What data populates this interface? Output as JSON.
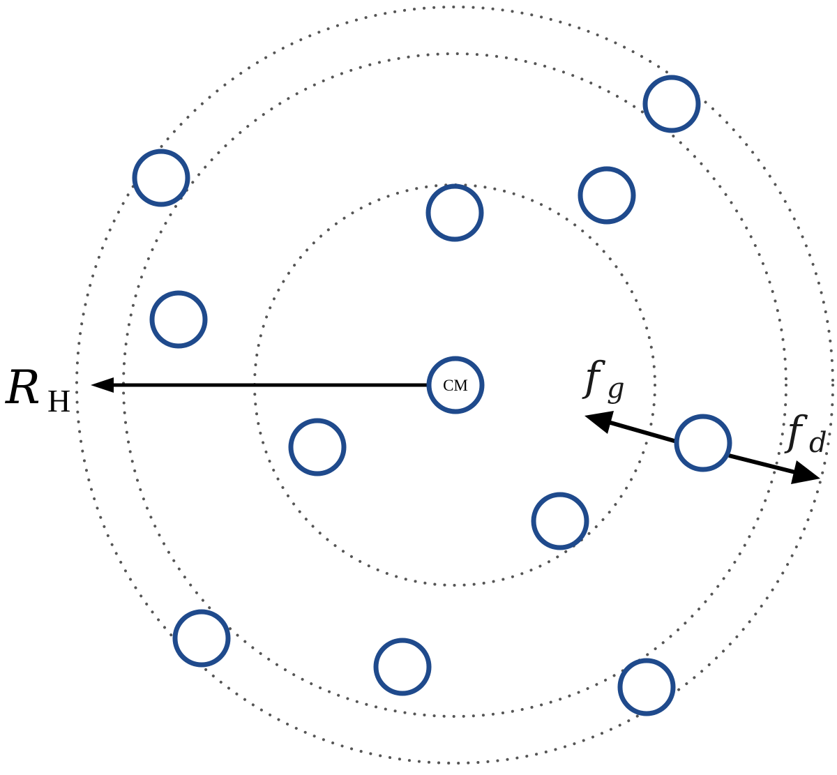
{
  "labels": {
    "radius_symbol": "R",
    "radius_subscript": "H",
    "center_label": "CM",
    "force_g_symbol": "f",
    "force_g_subscript": "g",
    "force_d_symbol": "f",
    "force_d_subscript": "d"
  },
  "colors": {
    "particle_stroke": "#1f4a8c",
    "ring_stroke": "#555555",
    "arrow": "#000000"
  }
}
